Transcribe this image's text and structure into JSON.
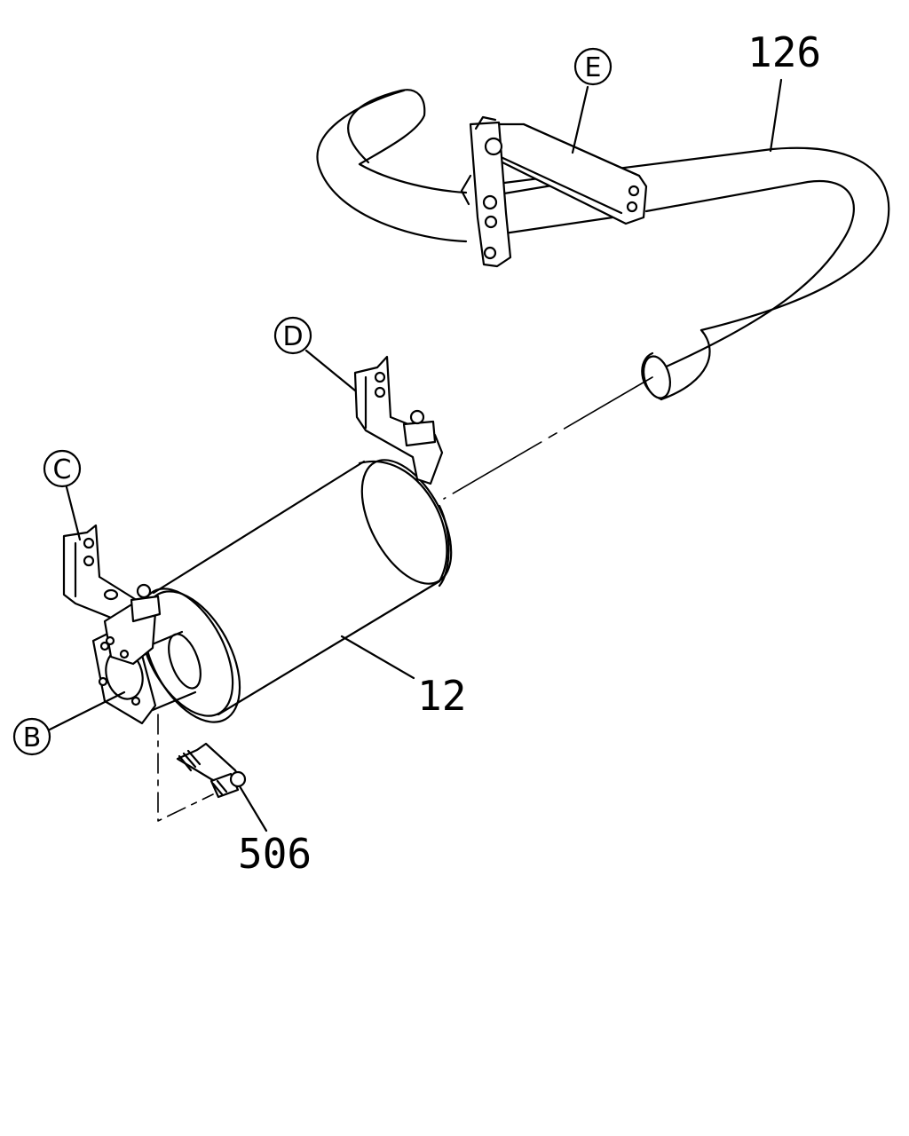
{
  "callouts": {
    "pipe": "126",
    "muffler": "12",
    "bolt": "506"
  },
  "refs": {
    "b": "B",
    "c": "C",
    "d": "D",
    "e": "E"
  },
  "colors": {
    "line": "#000000",
    "background": "#ffffff"
  }
}
